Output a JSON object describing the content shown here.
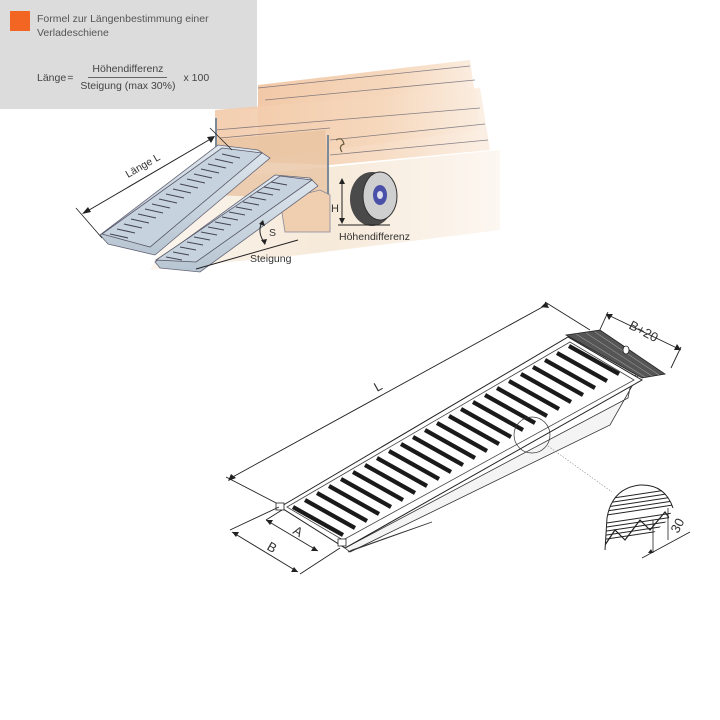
{
  "infobox": {
    "title": "Formel zur Längenbestimmung einer Verladeschiene",
    "accent_color": "#f26522",
    "formula": {
      "lhs": "Länge",
      "equals": "=",
      "numerator": "Höhendifferenz",
      "denominator": "Steigung (max 30%)",
      "multiplier": "x 100"
    }
  },
  "illustration": {
    "length_label": "Länge L",
    "height_label": "H",
    "height_caption": "Höhendifferenz",
    "slope_label": "S",
    "slope_caption": "Steigung"
  },
  "technical_drawing": {
    "length_label": "L",
    "top_width_label": "B+20",
    "inner_width_label": "A",
    "outer_width_label": "B",
    "profile_height_label": "30"
  }
}
